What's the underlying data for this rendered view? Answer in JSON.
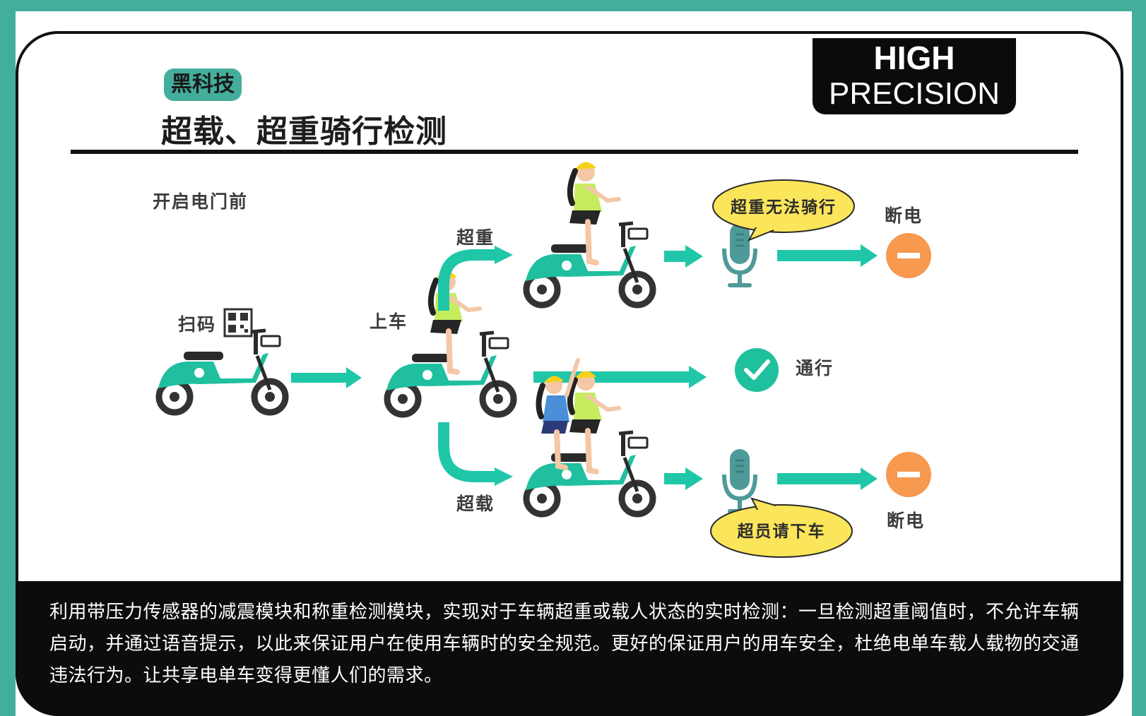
{
  "header": {
    "badge": "黑科技",
    "title": "超载、超重骑行检测",
    "tag_line1": "HIGH",
    "tag_line2": "PRECISION"
  },
  "diagram": {
    "stage_label": "开启电门前",
    "scan_label": "扫码",
    "board_label": "上车",
    "branch_overweight": "超重",
    "branch_overload": "超载",
    "bubble_overweight": "超重无法骑行",
    "bubble_overload": "超员请下车",
    "result_cut_top": "断电",
    "result_pass": "通行",
    "result_cut_bottom": "断电"
  },
  "footer": {
    "text": "利用带压力传感器的减震模块和称重检测模块，实现对于车辆超重或载人状态的实时检测：一旦检测超重阈值时，不允许车辆启动，并通过语音提示，以此来保证用户在使用车辆时的安全规范。更好的保证用户的用车安全，杜绝电单车载人载物的交通违法行为。让共享电单车变得更懂人们的需求。"
  },
  "colors": {
    "teal": "#44ae9c",
    "arrow": "#1fc7a8",
    "orange": "#f7994f",
    "bubble": "#fbe55a",
    "mic": "#4e9a99",
    "check": "#1fc09e"
  }
}
